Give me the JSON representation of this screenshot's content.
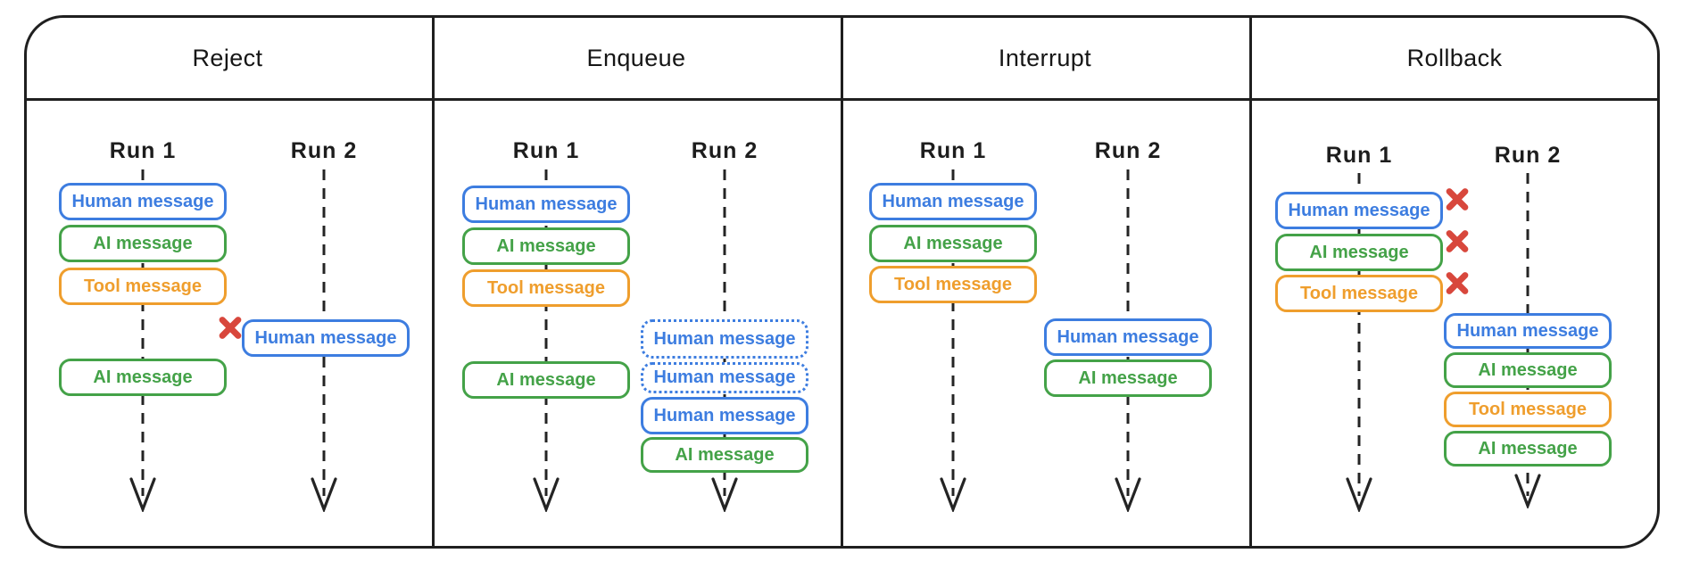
{
  "diagram": {
    "colors": {
      "human_message": "#3d7de0",
      "ai_message": "#44a248",
      "tool_message": "#ef9e2d",
      "reject_x_mark": "#d8473c",
      "frame_and_lines": "#1f1f1f"
    },
    "panels": [
      {
        "title": "Reject",
        "runs": [
          {
            "label": "Run 1",
            "messages": [
              {
                "kind": "human",
                "text": "Human message"
              },
              {
                "kind": "ai",
                "text": "AI message"
              },
              {
                "kind": "tool",
                "text": "Tool message"
              },
              {
                "kind": "ai",
                "text": "AI message"
              }
            ]
          },
          {
            "label": "Run 2",
            "messages": [
              {
                "kind": "human",
                "text": "Human message",
                "status": "rejected"
              }
            ]
          }
        ]
      },
      {
        "title": "Enqueue",
        "runs": [
          {
            "label": "Run 1",
            "messages": [
              {
                "kind": "human",
                "text": "Human message"
              },
              {
                "kind": "ai",
                "text": "AI message"
              },
              {
                "kind": "tool",
                "text": "Tool message"
              },
              {
                "kind": "ai",
                "text": "AI message"
              }
            ]
          },
          {
            "label": "Run 2",
            "messages": [
              {
                "kind": "human",
                "text": "Human message",
                "status": "queued"
              },
              {
                "kind": "human",
                "text": "Human message",
                "status": "queued"
              },
              {
                "kind": "human",
                "text": "Human message"
              },
              {
                "kind": "ai",
                "text": "AI message"
              }
            ]
          }
        ]
      },
      {
        "title": "Interrupt",
        "runs": [
          {
            "label": "Run 1",
            "messages": [
              {
                "kind": "human",
                "text": "Human message"
              },
              {
                "kind": "ai",
                "text": "AI message"
              },
              {
                "kind": "tool",
                "text": "Tool message"
              }
            ]
          },
          {
            "label": "Run 2",
            "messages": [
              {
                "kind": "human",
                "text": "Human message"
              },
              {
                "kind": "ai",
                "text": "AI message"
              }
            ]
          }
        ]
      },
      {
        "title": "Rollback",
        "runs": [
          {
            "label": "Run 1",
            "messages": [
              {
                "kind": "human",
                "text": "Human message",
                "status": "rolled-back"
              },
              {
                "kind": "ai",
                "text": "AI message",
                "status": "rolled-back"
              },
              {
                "kind": "tool",
                "text": "Tool message",
                "status": "rolled-back"
              }
            ]
          },
          {
            "label": "Run 2",
            "messages": [
              {
                "kind": "human",
                "text": "Human message"
              },
              {
                "kind": "ai",
                "text": "AI message"
              },
              {
                "kind": "tool",
                "text": "Tool message"
              },
              {
                "kind": "ai",
                "text": "AI message"
              }
            ]
          }
        ]
      }
    ]
  }
}
